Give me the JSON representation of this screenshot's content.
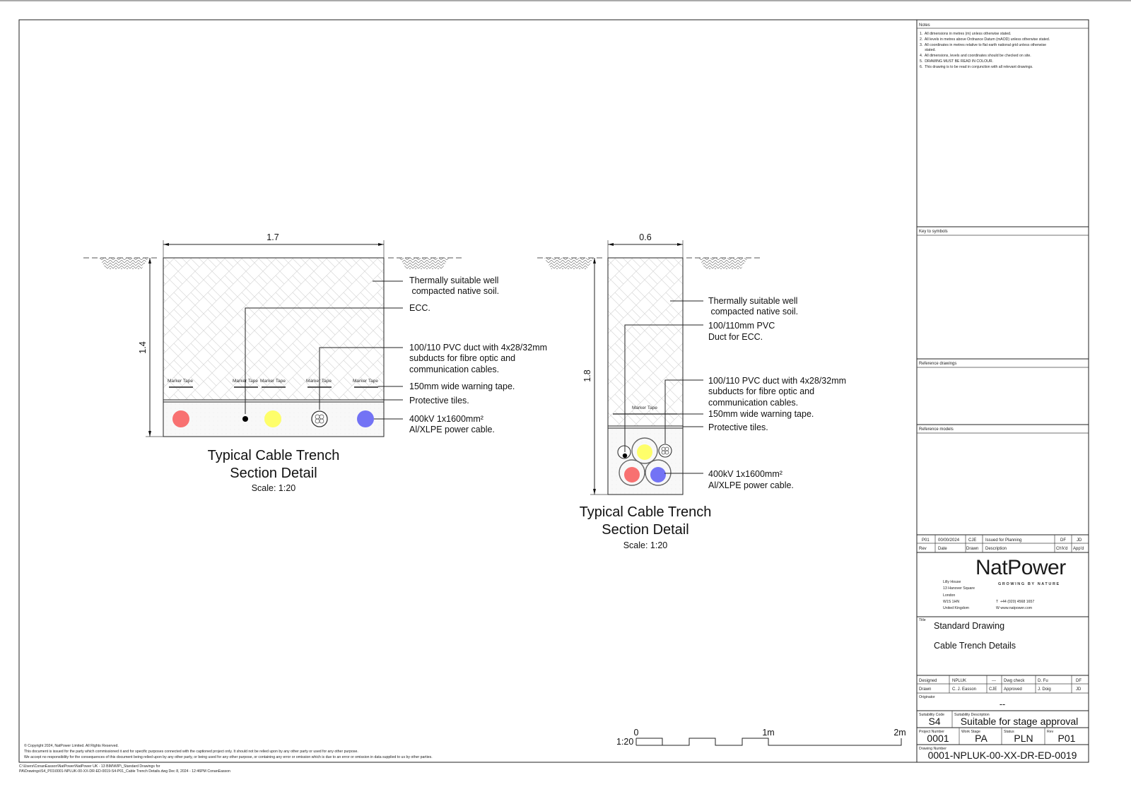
{
  "colors": {
    "red_cable": "#f87171",
    "yellow_cable": "#fefe6a",
    "blue_cable": "#7373f5",
    "ecc": "#000000"
  },
  "notes": {
    "header": "Notes",
    "items": [
      "1.  All dimensions in metres (m) unless otherwise stated.",
      "2.  All levels in metres above Ordnance Datum (mAOD) unless otherwise stated.",
      "3.  All coordinates in metres relative to flat earth national grid unless otherwise",
      "     stated.",
      "4.  All dimensions, levels and coordinates should be checked on site.",
      "5.  DRAWING MUST BE READ IN COLOUR.",
      "6.  This drawing is to be read in conjunction with all relevant drawings."
    ]
  },
  "sections": {
    "key": "Key to symbols",
    "ref_drawings": "Reference drawings",
    "ref_models": "Reference models"
  },
  "revisions": {
    "headers": [
      "Rev",
      "Date",
      "Drawn",
      "Description",
      "Ch'k'd",
      "App'd"
    ],
    "rows": [
      [
        "P01",
        "00/00/2024",
        "CJE",
        "Issued for Planning",
        "DF",
        "JD"
      ]
    ]
  },
  "company": {
    "logo": "NatPower",
    "tagline": "GROWING BY NATURE",
    "address": [
      "Lilly House",
      "13 Hanover Square",
      "London",
      "W1S 1HN",
      "United Kingdom"
    ],
    "phone": "T  +44 (020) 4568 1657",
    "web": "W www.natpower.com"
  },
  "title": {
    "label": "Title",
    "line1": "Standard Drawing",
    "line2": "Cable Trench Details"
  },
  "people": {
    "designed_label": "Designed",
    "designed": "NPLUK",
    "designed_init": "---",
    "dwg_check_label": "Dwg check",
    "dwg_check": "D. Fu",
    "dwg_check_init": "DF",
    "drawn_label": "Drawn",
    "drawn": "C. J. Easson",
    "drawn_init": "CJE",
    "approved_label": "Approved",
    "approved": "J. Doig",
    "approved_init": "JD"
  },
  "originator": {
    "label": "Originator",
    "value": "--"
  },
  "suitability": {
    "code_label": "Suitability Code",
    "code": "S4",
    "desc_label": "Suitability Description",
    "desc": "Suitable for stage approval"
  },
  "project": {
    "number_label": "Project Number",
    "number": "0001",
    "stage_label": "Work Stage",
    "stage": "PA",
    "status_label": "Status",
    "status": "PLN",
    "rev_label": "Rev",
    "rev": "P01"
  },
  "drawing_number": {
    "label": "Drawing Number",
    "value": "0001-NPLUK-00-XX-DR-ED-0019"
  },
  "detail1": {
    "width": "1.7",
    "depth": "1.4",
    "marker_tape": "Marker Tape",
    "soil": [
      "Thermally suitable well",
      " compacted native soil."
    ],
    "ecc": "ECC.",
    "duct": [
      "100/110 PVC duct with 4x28/32mm",
      "subducts for fibre optic and",
      "communication cables."
    ],
    "tape": "150mm wide warning tape.",
    "tiles": "Protective tiles.",
    "cable": [
      "400kV 1x1600mm²",
      "Al/XLPE power cable."
    ],
    "title": [
      "Typical Cable Trench",
      "Section Detail"
    ],
    "scale": "Scale: 1:20"
  },
  "detail2": {
    "width": "0.6",
    "depth": "1.8",
    "marker_tape": "Marker Tape",
    "soil": [
      "Thermally suitable well",
      " compacted native soil."
    ],
    "ecc_duct": [
      "100/110mm PVC",
      "Duct for ECC."
    ],
    "duct": [
      "100/110 PVC duct with 4x28/32mm",
      "subducts for fibre optic and",
      "communication cables."
    ],
    "tape": "150mm wide warning tape.",
    "tiles": "Protective tiles.",
    "cable": [
      "400kV 1x1600mm²",
      "Al/XLPE power cable."
    ],
    "title": [
      "Typical Cable Trench",
      "Section Detail"
    ],
    "scale": "Scale: 1:20"
  },
  "scale_bar": {
    "ratio": "1:20",
    "ticks": [
      "0",
      "1m",
      "2m"
    ]
  },
  "footer": {
    "copyright": "© Copyright 2024, NatPower Limited. All Rights Reserved.",
    "line2": "This document is issued for the party which commissioned it and for specific purposes connected with the captioned project only. It should not be relied upon by any other party or used for any other purpose.",
    "line3": "We accept no responsibility for the consequences of this document being relied upon by any other party, or being used for any other purpose, or containing any error or omission which is due to an error or omission in data supplied to us by other parties.",
    "path1": "C:\\Users\\ConanEasson\\NatPower\\NatPower UK - 13 BIM\\WIP\\_Standard Drawings for",
    "path2": "PA\\Drawings\\S4_P01\\0001-NPLUK-00-XX-DR-ED-0019-S4-P01_Cable Trench Details.dwg Dec 8, 2024 - 12:46PM ConanEasson"
  }
}
